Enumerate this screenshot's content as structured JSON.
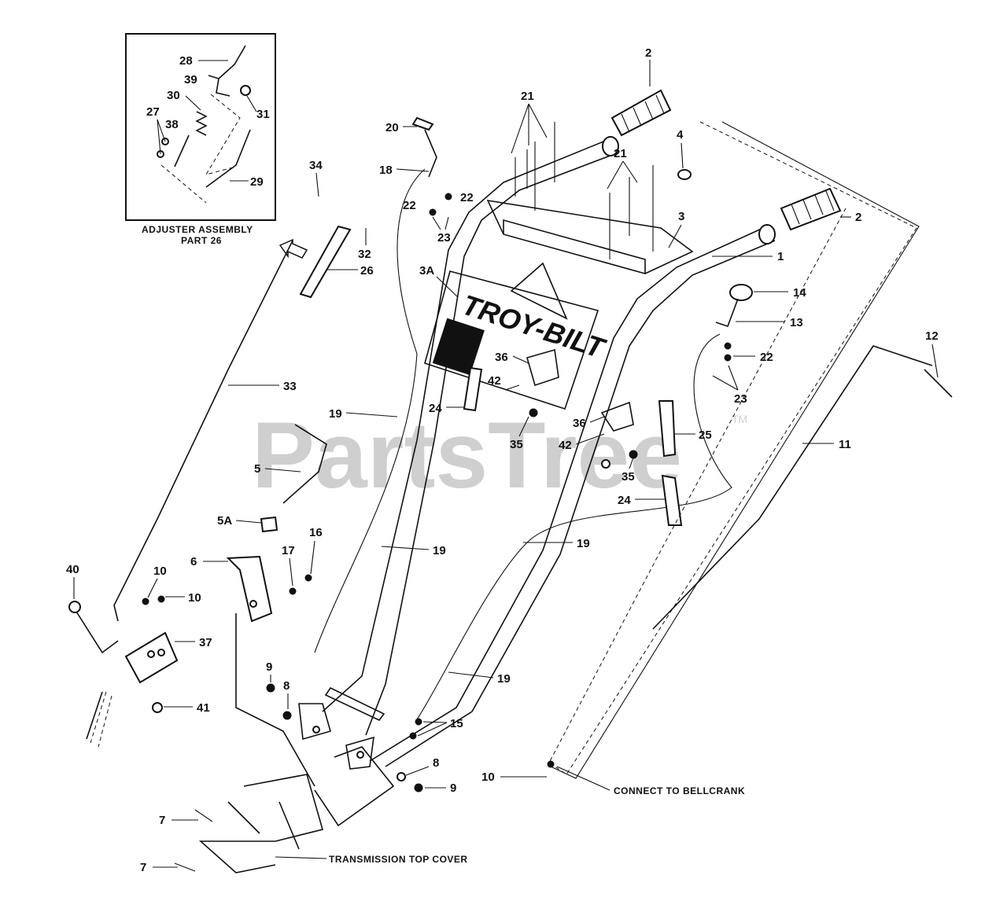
{
  "inset": {
    "title_line1": "ADJUSTER ASSEMBLY",
    "title_line2": "PART 26"
  },
  "watermark": {
    "text": "PartsTree",
    "tm": "TM"
  },
  "brand_logo": "TROY-BILT",
  "callouts": {
    "c28": "28",
    "c39": "39",
    "c30": "30",
    "c27": "27",
    "c38": "38",
    "c31": "31",
    "c29": "29",
    "c34": "34",
    "c32": "32",
    "c26": "26",
    "c20": "20",
    "c18": "18",
    "c22a": "22",
    "c22b": "22",
    "c23a": "23",
    "c21a": "21",
    "c21b": "21",
    "c2a": "2",
    "c2b": "2",
    "c4": "4",
    "c3": "3",
    "c1": "1",
    "c3A": "3A",
    "c14": "14",
    "c13": "13",
    "c22c": "22",
    "c23b": "23",
    "c12": "12",
    "c36a": "36",
    "c42a": "42",
    "c24a": "24",
    "c35a": "35",
    "c36b": "36",
    "c42b": "42",
    "c25": "25",
    "c35b": "35",
    "c24b": "24",
    "c11": "11",
    "c33": "33",
    "c19a": "19",
    "c5": "5",
    "c5A": "5A",
    "c16": "16",
    "c17": "17",
    "c6": "6",
    "c19b": "19",
    "c19c": "19",
    "c40": "40",
    "c10a": "10",
    "c10b": "10",
    "c37": "37",
    "c41": "41",
    "c9a": "9",
    "c8a": "8",
    "c19d": "19",
    "c15": "15",
    "c8b": "8",
    "c9b": "9",
    "c10c": "10",
    "c7a": "7",
    "c7b": "7"
  },
  "captions": {
    "connect": "CONNECT TO BELLCRANK",
    "cover": "TRANSMISSION TOP COVER"
  }
}
